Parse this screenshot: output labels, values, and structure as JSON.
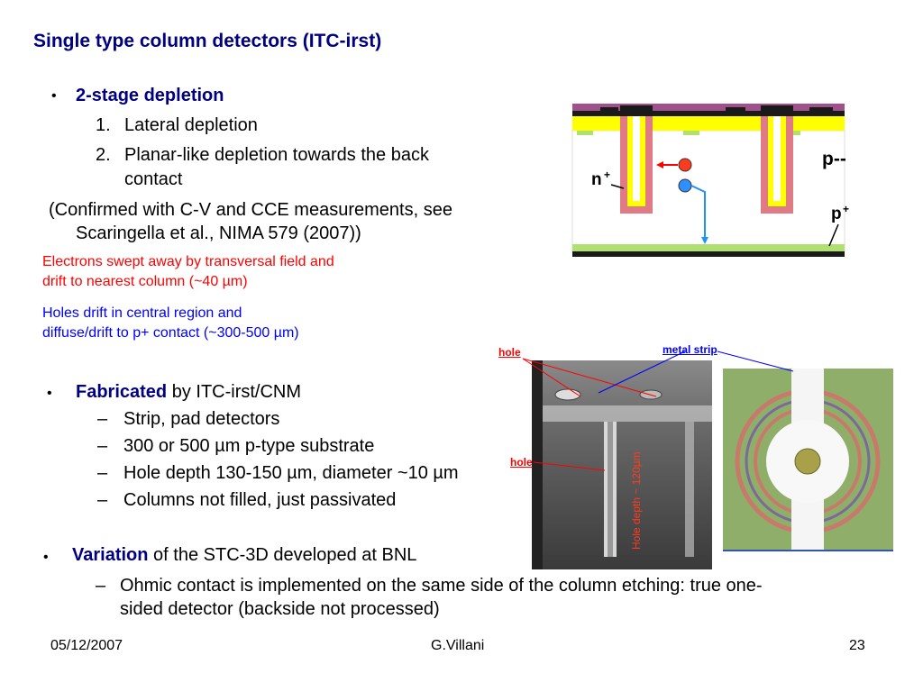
{
  "title": "Single type column detectors (ITC-irst)",
  "bullet_char": "•",
  "dash_char": "–",
  "section1": {
    "heading": "2-stage depletion",
    "items": [
      {
        "num": "1.",
        "text": "Lateral depletion"
      },
      {
        "num": "2.",
        "text": "Planar-like depletion towards the back",
        "text2": "contact"
      }
    ],
    "note_line1": "(Confirmed with C-V and CCE measurements, see",
    "note_line2": "Scaringella et al., NIMA 579 (2007))",
    "electrons_line1": "Electrons swept away by transversal field and",
    "electrons_line2": "drift to nearest column (~40 µm)",
    "holes_line1": "Holes drift in central region and",
    "holes_line2": "diffuse/drift to p+ contact (~300-500 µm)"
  },
  "section2": {
    "heading_bold": "Fabricated",
    "heading_rest": " by ITC-irst/CNM",
    "items": [
      "Strip, pad detectors",
      "300 or 500 µm p-type substrate",
      "Hole depth 130-150 µm, diameter ~10 µm",
      "Columns not filled, just passivated"
    ]
  },
  "section3": {
    "heading_bold": "Variation",
    "heading_rest": " of the STC-3D developed at BNL",
    "item_line1": "Ohmic contact is implemented on the same side of the column etching: true one-",
    "item_line2": "sided detector (backside not processed)"
  },
  "diagram": {
    "label_pmm": "p--",
    "label_n": "n",
    "label_n_sup": "+",
    "label_p": "p",
    "label_p_sup": "+"
  },
  "photos": {
    "hole_label_top": "hole",
    "hole_label_mid": "hole",
    "metal_strip_label": "metal strip",
    "depth_label": "Hole depth ~ 120µm"
  },
  "footer": {
    "date": "05/12/2007",
    "author": "G.Villani",
    "page": "23"
  },
  "colors": {
    "title": "#000080",
    "electrons_text": "#ff0000",
    "holes_text": "#0000ff",
    "column_pink": "#e07a85",
    "oxide_yellow": "#ffff00",
    "metal_black": "#1a1a1a",
    "passivation_purple": "#a0508a",
    "p_plus_green": "#b0e070"
  }
}
